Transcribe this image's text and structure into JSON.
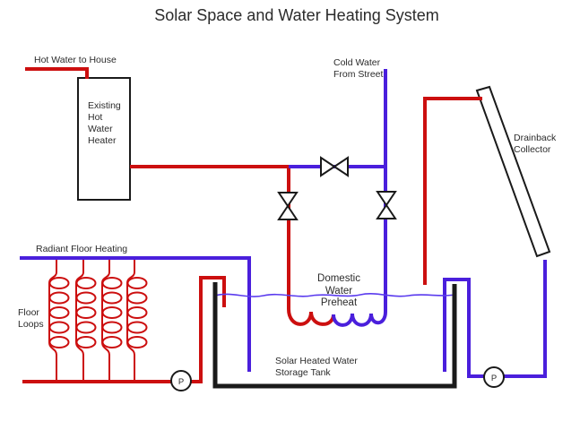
{
  "title": "Solar Space and Water Heating System",
  "labels": {
    "hot_water_to_house": "Hot Water to House",
    "cold_water": [
      "Cold Water",
      "From Street"
    ],
    "heater": [
      "Existing",
      "Hot",
      "Water",
      "Heater"
    ],
    "drainback": [
      "Drainback",
      "Collector"
    ],
    "radiant": "Radiant Floor Heating",
    "floor_loops": [
      "Floor",
      "Loops"
    ],
    "domestic": [
      "Domestic",
      "Water",
      "Preheat"
    ],
    "tank": [
      "Solar Heated Water",
      "Storage Tank"
    ],
    "pump": "P"
  },
  "colors": {
    "hot": "#cc0f0f",
    "cold": "#4a1fdc",
    "water_surface": "#5a3bee",
    "outline": "#1a1a1a",
    "text": "#2b2b2b",
    "background": "#ffffff"
  }
}
